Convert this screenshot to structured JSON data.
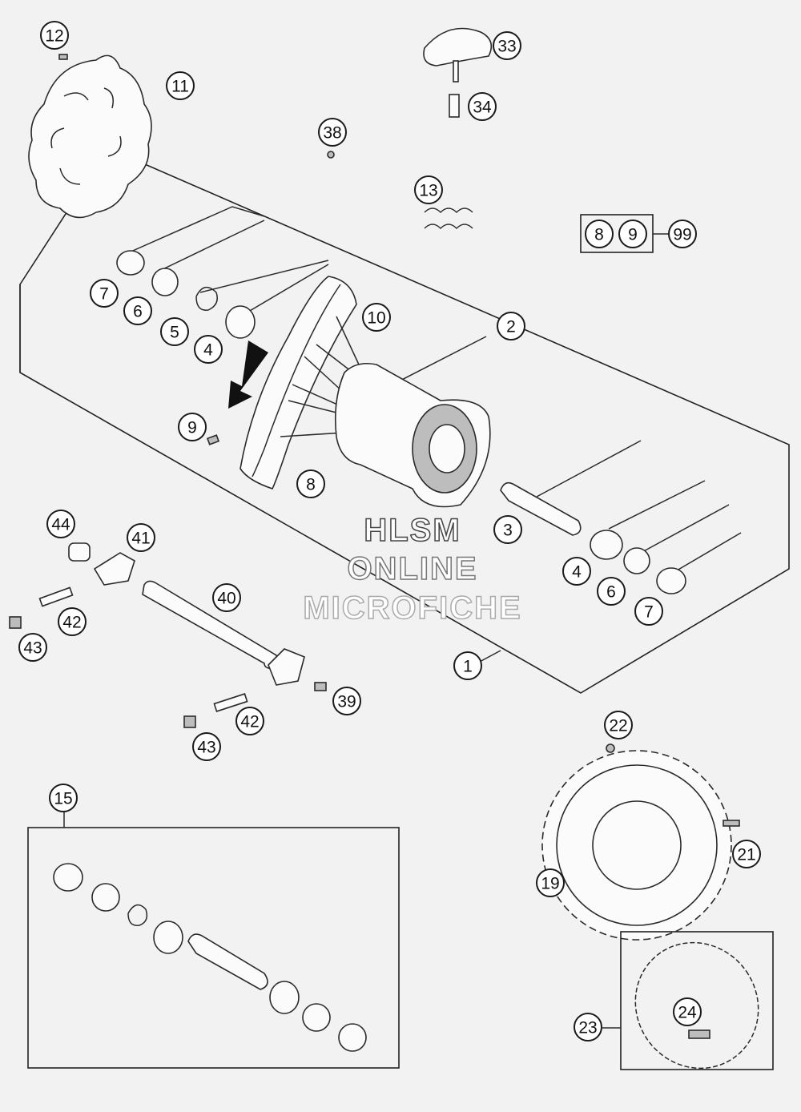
{
  "callouts": [
    {
      "label": "12"
    },
    {
      "label": "11"
    },
    {
      "label": "33"
    },
    {
      "label": "34"
    },
    {
      "label": "38"
    },
    {
      "label": "13"
    },
    {
      "label": "8"
    },
    {
      "label": "9"
    },
    {
      "label": "99"
    },
    {
      "label": "7"
    },
    {
      "label": "6"
    },
    {
      "label": "5"
    },
    {
      "label": "4"
    },
    {
      "label": "10"
    },
    {
      "label": "2"
    },
    {
      "label": "9"
    },
    {
      "label": "8"
    },
    {
      "label": "3"
    },
    {
      "label": "44"
    },
    {
      "label": "41"
    },
    {
      "label": "40"
    },
    {
      "label": "42"
    },
    {
      "label": "43"
    },
    {
      "label": "4"
    },
    {
      "label": "6"
    },
    {
      "label": "7"
    },
    {
      "label": "1"
    },
    {
      "label": "39"
    },
    {
      "label": "42"
    },
    {
      "label": "43"
    },
    {
      "label": "22"
    },
    {
      "label": "15"
    },
    {
      "label": "21"
    },
    {
      "label": "19"
    },
    {
      "label": "24"
    },
    {
      "label": "23"
    }
  ],
  "watermark": {
    "line1": "HLSM",
    "line2": "ONLINE",
    "line3": "MICROFICHE"
  }
}
